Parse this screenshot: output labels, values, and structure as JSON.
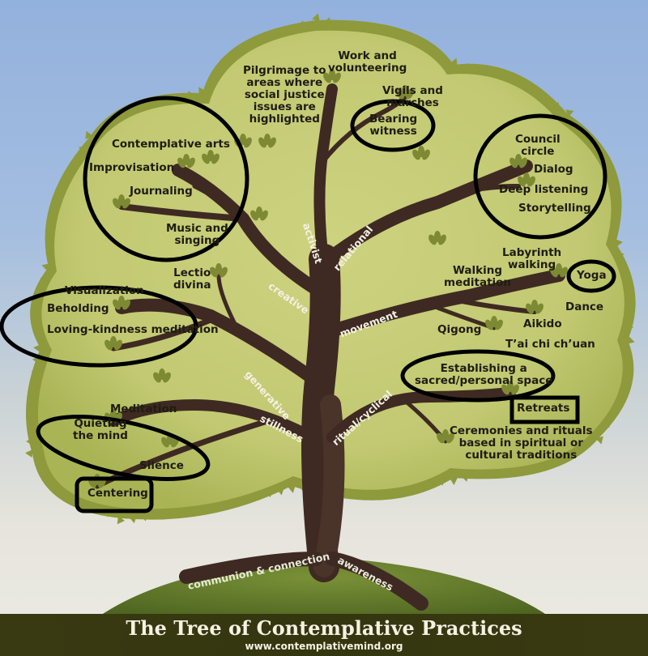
{
  "title": "The Tree of Contemplative Practices",
  "url": "www.contemplativemind.org",
  "colors": {
    "sky": "#9ab4de",
    "canopy": "#c9cf7e",
    "canopy_edge": "#8c9a3a",
    "trunk": "#3d2a24",
    "hill": "#5f7a2b",
    "banner": "#36380f",
    "annotation": "#000000"
  },
  "branches": {
    "activist": "activist",
    "relational": "relational",
    "creative": "creative",
    "movement": "movement",
    "generative": "generative",
    "stillness": "stillness",
    "ritual": "ritual/cyclical"
  },
  "roots": {
    "communion": "communion & connection",
    "awareness": "awareness"
  },
  "practices": {
    "activist": {
      "pilgrimage": "Pilgrimage to\nareas where\nsocial justice\nissues are\nhighlighted",
      "work": "Work and\nvolunteering",
      "vigils": "Vigils and\nmarches",
      "bearing": "Bearing\nwitness"
    },
    "creative": {
      "arts": "Contemplative arts",
      "improvisation": "Improvisation",
      "journaling": "Journaling",
      "music": "Music and\nsinging"
    },
    "relational": {
      "council": "Council\ncircle",
      "dialog": "Dialog",
      "listening": "Deep listening",
      "storytelling": "Storytelling"
    },
    "generative": {
      "visualization": "Visualization",
      "lectio": "Lectio\ndivina",
      "beholding": "Beholding",
      "loving": "Loving-kindness meditation"
    },
    "movement": {
      "labyrinth": "Labyrinth\nwalking",
      "walking": "Walking\nmeditation",
      "yoga": "Yoga",
      "dance": "Dance",
      "aikido": "Aikido",
      "qigong": "Qigong",
      "taichi": "T’ai chi ch’uan"
    },
    "stillness": {
      "meditation": "Meditation",
      "quieting": "Quieting\nthe mind",
      "silence": "Silence",
      "centering": "Centering"
    },
    "ritual": {
      "sacred": "Establishing a\nsacred/personal space",
      "retreats": "Retreats",
      "ceremonies": "Ceremonies and rituals\nbased in spiritual or\ncultural traditions"
    }
  }
}
